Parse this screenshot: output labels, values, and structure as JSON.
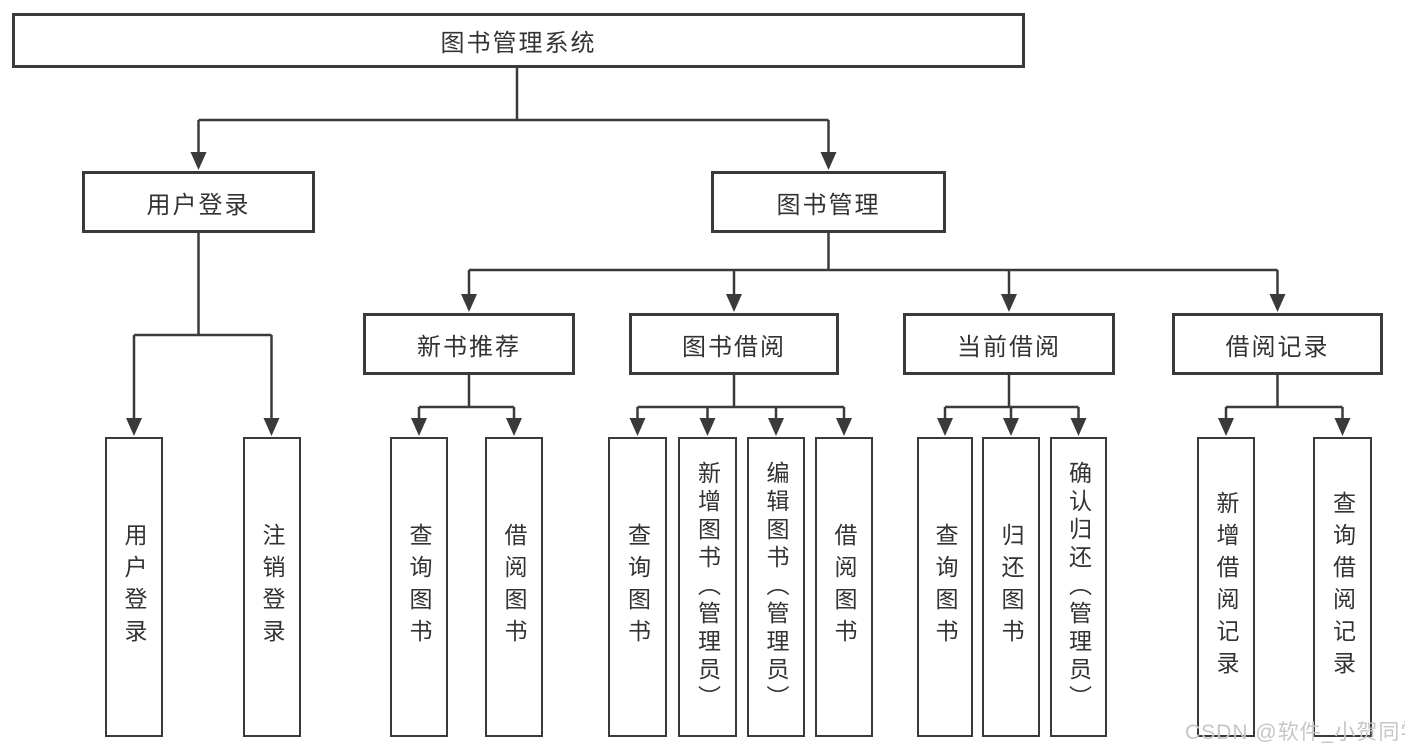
{
  "tree": {
    "label": "图书管理系统",
    "children": [
      {
        "label": "用户登录",
        "children": [
          {
            "label": "用户登录"
          },
          {
            "label": "注销登录"
          }
        ]
      },
      {
        "label": "图书管理",
        "children": [
          {
            "label": "新书推荐",
            "children": [
              {
                "label": "查询图书"
              },
              {
                "label": "借阅图书"
              }
            ]
          },
          {
            "label": "图书借阅",
            "children": [
              {
                "label": "查询图书"
              },
              {
                "label": "新增图书（管理员）"
              },
              {
                "label": "编辑图书（管理员）"
              },
              {
                "label": "借阅图书"
              }
            ]
          },
          {
            "label": "当前借阅",
            "children": [
              {
                "label": "查询图书"
              },
              {
                "label": "归还图书"
              },
              {
                "label": "确认归还（管理员）"
              }
            ]
          },
          {
            "label": "借阅记录",
            "children": [
              {
                "label": "新增借阅记录"
              },
              {
                "label": "查询借阅记录"
              }
            ]
          }
        ]
      }
    ]
  },
  "watermark": "CSDN @软件_小贺同学",
  "colors": {
    "line": "#3a3a3a",
    "box_border": "#3a3a3a",
    "text": "#333333",
    "watermark_text": "#c6c6c6",
    "background": "#ffffff"
  }
}
